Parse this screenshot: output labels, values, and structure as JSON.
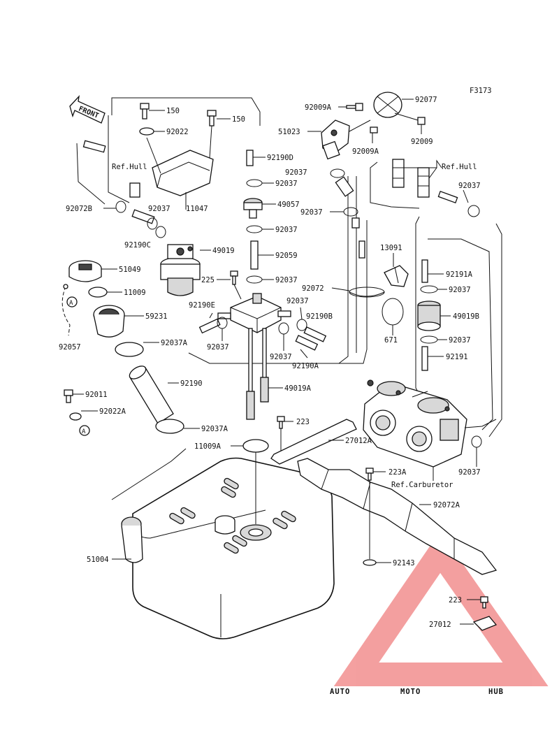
{
  "figure_code": "F3173",
  "front_label": "FRONT",
  "callouts": {
    "c150a": "150",
    "c150b": "150",
    "c92022": "92022",
    "c92190d": "92190D",
    "c11047": "11047",
    "c92072b": "92072B",
    "c92037_l1": "92037",
    "c92190c": "92190C",
    "c49019": "49019",
    "c51049": "51049",
    "c11009": "11009",
    "c59231": "59231",
    "c92057": "92057",
    "c92037a": "92037A",
    "c92190": "92190",
    "c92011": "92011",
    "c92022a": "92022A",
    "c92037a_2": "92037A",
    "c11009a": "11009A",
    "c51004": "51004",
    "c92037_c1": "92037",
    "c49057": "49057",
    "c92037_c2": "92037",
    "c92059": "92059",
    "c225": "225",
    "c92037_c3": "92037",
    "c92190e": "92190E",
    "c92037_c4": "92037",
    "c92037_c5": "92037",
    "c92037_c6": "92037",
    "c92190b": "92190B",
    "c92190a": "92190A",
    "c49019a": "49019A",
    "c92072": "92072",
    "c92009a_1": "92009A",
    "c92077": "92077",
    "c51023": "51023",
    "c92009": "92009",
    "c92009a_2": "92009A",
    "c92037_r1": "92037",
    "c92037_r2": "92037",
    "c13091": "13091",
    "c92191a": "92191A",
    "c92037_r3": "92037",
    "c671": "671",
    "c49019b": "49019B",
    "c92037_r4": "92037",
    "c92191": "92191",
    "c92037_r5": "92037",
    "c92037_r6": "92037",
    "c223a_top": "223",
    "c27012a": "27012A",
    "c223a": "223A",
    "c92072a": "92072A",
    "c92143": "92143",
    "c223_b": "223",
    "c27012": "27012"
  },
  "references": {
    "ref_hull_left": "Ref.Hull",
    "ref_hull_right": "Ref.Hull",
    "ref_carburetor": "Ref.Carburetor"
  },
  "markers": {
    "a1": "A",
    "a2": "A"
  },
  "watermark": {
    "part1": "AUTO",
    "part2": "MOTO",
    "part3": "HUB"
  },
  "colors": {
    "watermark_orange": "#f5b63c",
    "watermark_red": "#e8473a",
    "watermark_gray": "#555c66",
    "triangle": "#f08080"
  }
}
